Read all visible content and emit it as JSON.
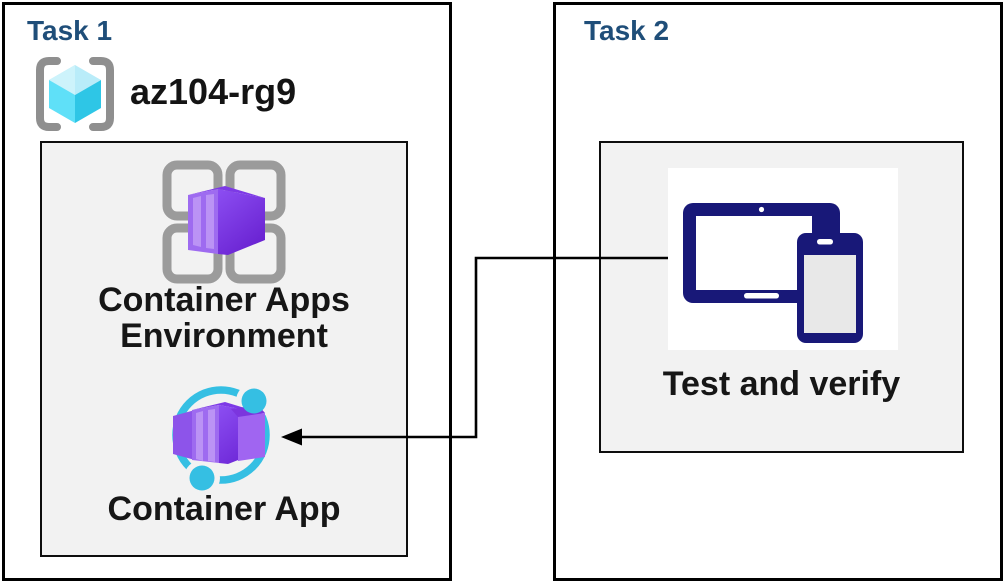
{
  "task1": {
    "title": "Task 1",
    "resource_group_name": "az104-rg9",
    "environment_label": "Container Apps Environment",
    "app_label": "Container App"
  },
  "task2": {
    "title": "Task 2",
    "verify_label": "Test and verify"
  },
  "connector": {
    "from": "Test and verify",
    "to": "Container App",
    "style": "elbow-arrow-pointing-left"
  },
  "icons": {
    "resource_group": "azure-resource-group",
    "environment": "container-apps-environment",
    "app": "container-app",
    "devices": "tablet-and-phone"
  },
  "colors": {
    "title_blue": "#1f4e79",
    "label_black": "#161616",
    "panel_gray": "#f2f2f2",
    "border_black": "#000000",
    "device_navy": "#181878",
    "cyan_accent": "#35bfe3",
    "rg_cube_top": "#b9ecf9",
    "rg_cube_left": "#5fe0f8",
    "rg_cube_right": "#2ec6e6",
    "bracket_gray": "#8f8f8f",
    "grid_gray": "#9b9b9b",
    "purple_front": "#9e6bf0",
    "purple_stripe": "#bb93f5",
    "purple_top": "#7d39e6",
    "purple_right_dark": "#6a23d2"
  }
}
